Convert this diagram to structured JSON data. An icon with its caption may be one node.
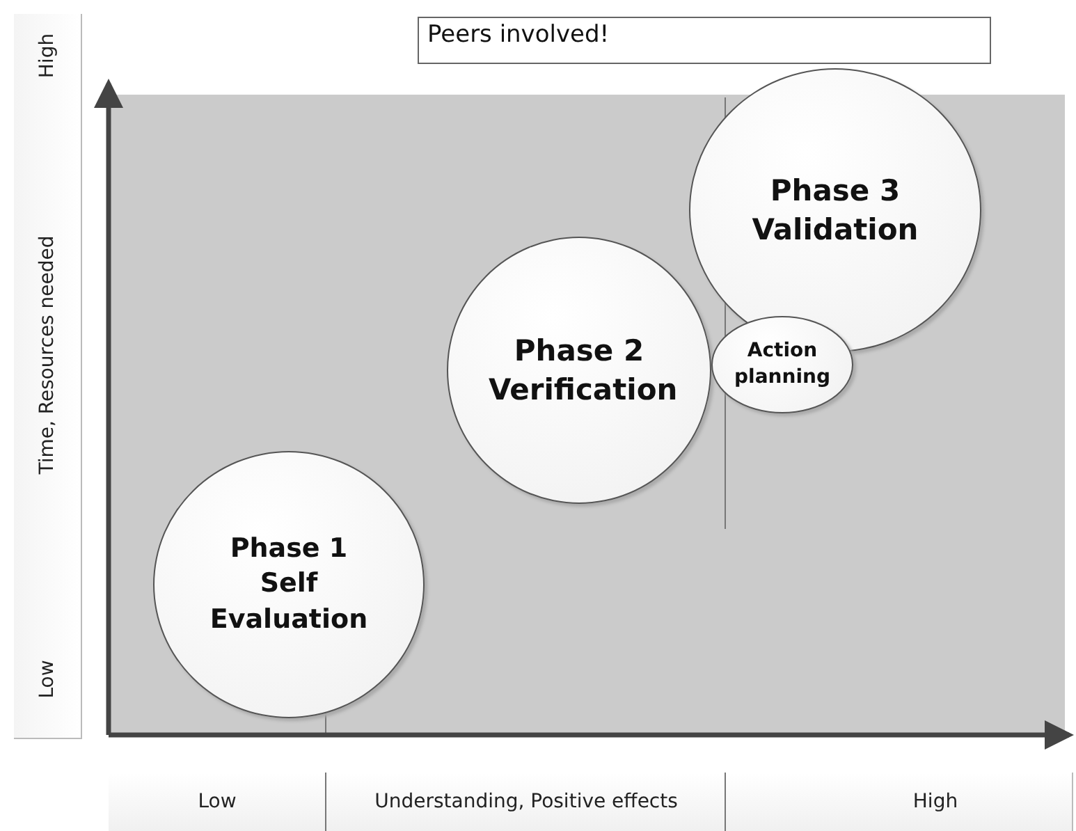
{
  "diagram": {
    "nodes": [
      {
        "text": [
          "Peers involved!"
        ]
      },
      {
        "text": [
          "Phase 3",
          "Validation"
        ]
      },
      {
        "text": [
          "Phase 2",
          "Verification"
        ]
      },
      {
        "text": [
          "Action planning"
        ]
      },
      {
        "text": [
          "Phase 1",
          "Self Evaluation"
        ]
      }
    ],
    "labels": [
      "High",
      "Time, Resources needed",
      "Low",
      "Low",
      "Understanding, Positive effects",
      "High"
    ]
  }
}
